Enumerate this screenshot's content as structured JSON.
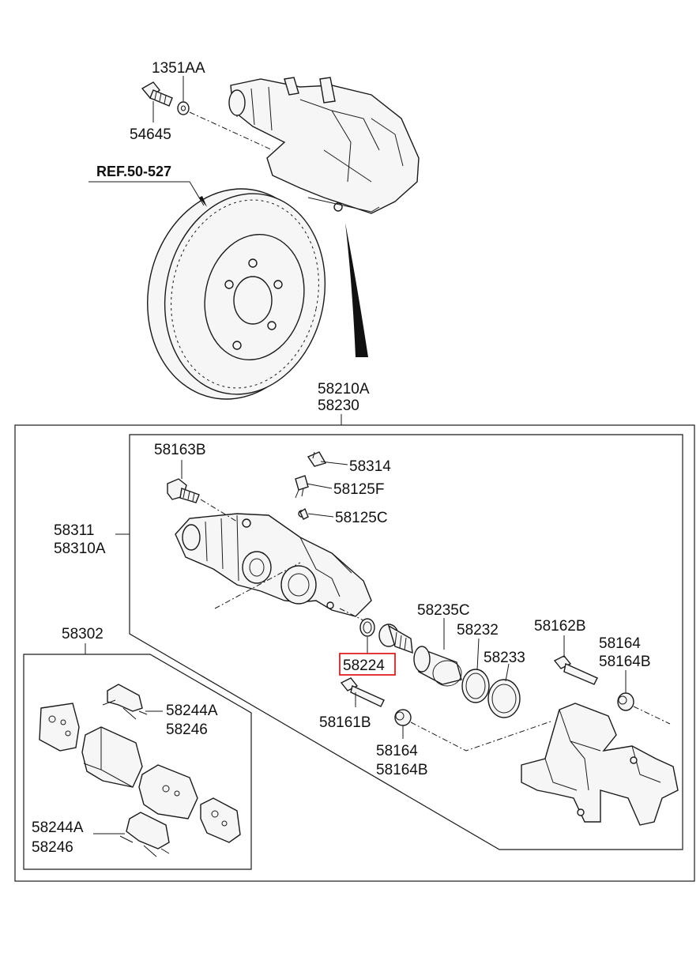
{
  "labels": {
    "p1351AA": "1351AA",
    "p54645": "54645",
    "ref": "REF.50-527",
    "p58210A": "58210A",
    "p58230": "58230",
    "p58163B": "58163B",
    "p58314": "58314",
    "p58125F": "58125F",
    "p58125C": "58125C",
    "p58311": "58311",
    "p58310A": "58310A",
    "p58302": "58302",
    "p58235C": "58235C",
    "p58232": "58232",
    "p58233": "58233",
    "p58224": "58224",
    "p58162B": "58162B",
    "p58164_r": "58164",
    "p58164B_r": "58164B",
    "p58161B": "58161B",
    "p58164_b": "58164",
    "p58164B_b": "58164B",
    "p58244A_t": "58244A",
    "p58246_t": "58246",
    "p58244A_b": "58244A",
    "p58246_b": "58246"
  },
  "highlight_color": "#e02020"
}
